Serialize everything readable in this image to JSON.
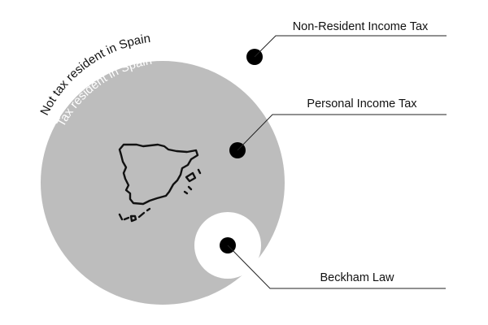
{
  "diagram": {
    "outer_region_label": "Not tax resident in Spain",
    "inner_region_label": "Tax resident in Spain",
    "categories": [
      {
        "id": "non-resident",
        "label": "Non-Resident Income Tax"
      },
      {
        "id": "personal",
        "label": "Personal Income Tax"
      },
      {
        "id": "beckham",
        "label": "Beckham Law"
      }
    ],
    "icon": "spain-map-icon",
    "colors": {
      "circle_fill": "#bdbdbd",
      "inner_text": "#ffffff",
      "outer_text": "#111111",
      "dot": "#000000",
      "line": "#222222",
      "background": "#ffffff"
    }
  }
}
